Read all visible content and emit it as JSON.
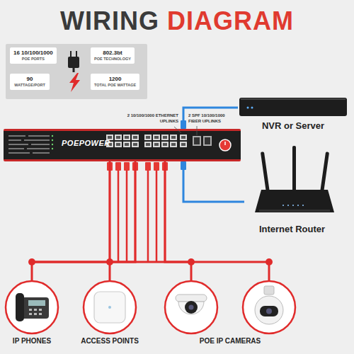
{
  "diagram": {
    "title": "WIRING DIAGRAM",
    "nodes": [
      {
        "text": [
          "16 10/100/1000",
          "POE PORTS"
        ]
      },
      {
        "text": [
          "802.3bt",
          "POE TECHNOLOGY"
        ]
      },
      {
        "text": [
          "90",
          "WATTAGE/PORT"
        ]
      },
      {
        "text": [
          "1200",
          "TOTAL POE WATTAGE"
        ]
      },
      {
        "text": [
          "POEPOWER"
        ]
      },
      {
        "text": [
          "NVR or Server"
        ]
      },
      {
        "text": [
          "Internet Router"
        ]
      },
      {
        "text": [
          "IP PHONES"
        ]
      },
      {
        "text": [
          "ACCESS POINTS"
        ]
      },
      {
        "text": [
          "POE IP CAMERAS"
        ]
      }
    ],
    "edges": [
      {
        "from": 4,
        "to": 5,
        "arrow": "none"
      },
      {
        "from": 4,
        "to": 6,
        "arrow": "none"
      },
      {
        "from": 4,
        "to": 7,
        "arrow": "none"
      },
      {
        "from": 4,
        "to": 8,
        "arrow": "none"
      },
      {
        "from": 4,
        "to": 9,
        "arrow": "none"
      }
    ],
    "labels": [
      "2 SPF 10/100/1000 FIBER UPLINKS",
      "2 10/100/1000 ETHERNET UPLINKS"
    ]
  }
}
